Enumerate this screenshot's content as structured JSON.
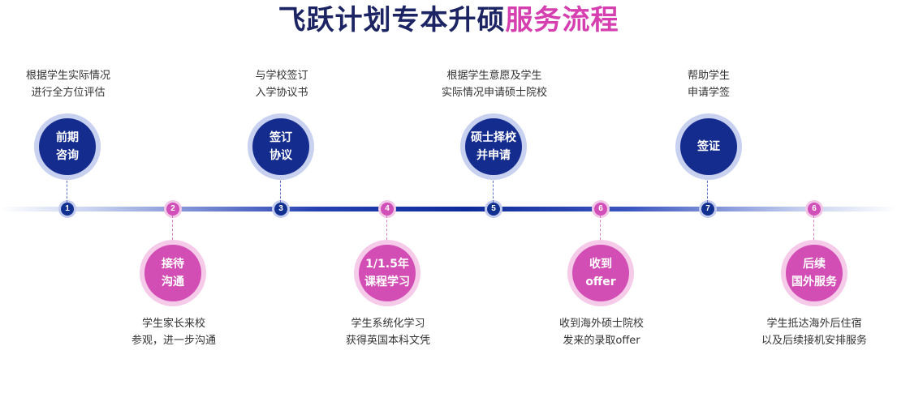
{
  "title": {
    "part1": "飞跃计划专本升硕",
    "part2": "服务流程"
  },
  "colors": {
    "navy": "#12308f",
    "pink": "#d24db4",
    "title_dark": "#1c2464",
    "title_pink": "#d63fb0"
  },
  "steps": [
    {
      "number": "1",
      "position": "top",
      "color": "blue",
      "circle": [
        "前期",
        "咨询"
      ],
      "desc": [
        "根据学生实际情况",
        "进行全方位评估"
      ]
    },
    {
      "number": "2",
      "position": "bottom",
      "color": "pink",
      "circle": [
        "接待",
        "沟通"
      ],
      "desc": [
        "学生家长来校",
        "参观，进一步沟通"
      ]
    },
    {
      "number": "3",
      "position": "top",
      "color": "blue",
      "circle": [
        "签订",
        "协议"
      ],
      "desc": [
        "与学校签订",
        "入学协议书"
      ]
    },
    {
      "number": "4",
      "position": "bottom",
      "color": "pink",
      "circle": [
        "1/1.5年",
        "课程学习"
      ],
      "desc": [
        "学生系统化学习",
        "获得英国本科文凭"
      ]
    },
    {
      "number": "5",
      "position": "top",
      "color": "blue",
      "circle": [
        "硕士择校",
        "并申请"
      ],
      "desc": [
        "根据学生意愿及学生",
        "实际情况申请硕士院校"
      ]
    },
    {
      "number": "6",
      "position": "bottom",
      "color": "pink",
      "circle": [
        "收到",
        "offer"
      ],
      "desc": [
        "收到海外硕士院校",
        "发来的录取offer"
      ]
    },
    {
      "number": "7",
      "position": "top",
      "color": "blue",
      "circle": [
        "签证"
      ],
      "desc": [
        "帮助学生",
        "申请学签"
      ]
    },
    {
      "number": "6",
      "position": "bottom",
      "color": "pink",
      "circle": [
        "后续",
        "国外服务"
      ],
      "desc": [
        "学生抵达海外后住宿",
        "以及后续接机安排服务"
      ]
    }
  ]
}
